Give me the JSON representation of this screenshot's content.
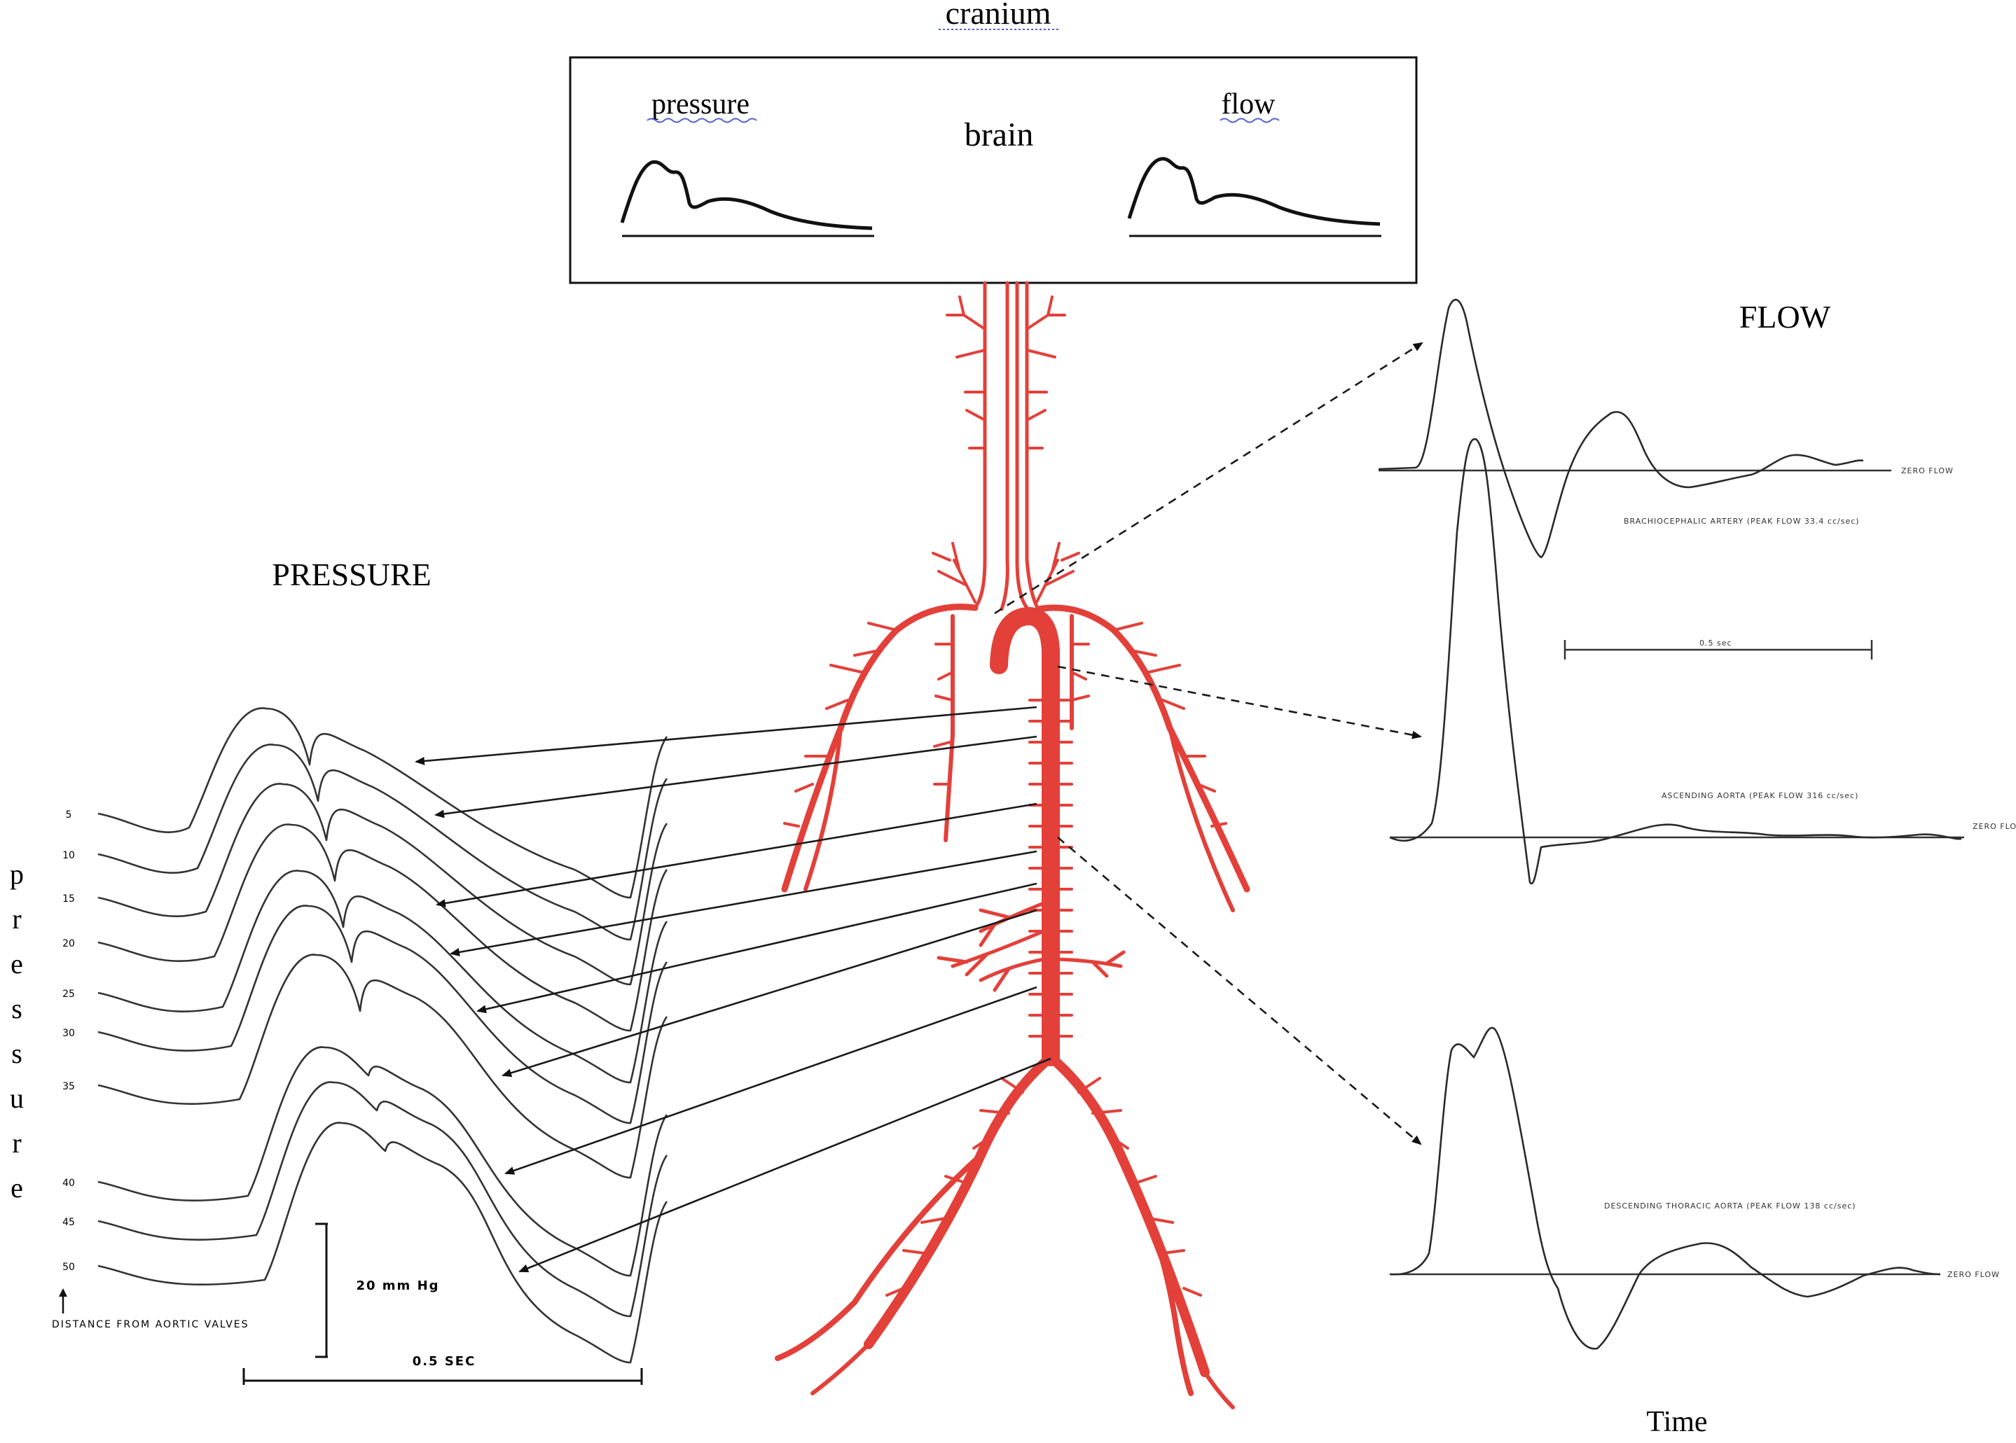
{
  "top": {
    "cranium_label": "cranium",
    "pressure_label": "pressure",
    "brain_label": "brain",
    "flow_label": "flow"
  },
  "pressure_panel": {
    "title": "PRESSURE",
    "vertical_label": [
      "p",
      "r",
      "e",
      "s",
      "s",
      "u",
      "r",
      "e"
    ],
    "distance_labels": [
      "5",
      "10",
      "15",
      "20",
      "25",
      "30",
      "35",
      "40",
      "45",
      "50"
    ],
    "distance_caption": "DISTANCE FROM AORTIC VALVES",
    "scale_label": "20 mm Hg",
    "time_label": "0.5 SEC"
  },
  "flow_panel": {
    "title": "FLOW",
    "traces": [
      {
        "zero_label": "ZERO FLOW",
        "caption": "BRACHIOCEPHALIC ARTERY (PEAK FLOW 33.4 cc/sec)"
      },
      {
        "zero_label": "ZERO FLOW",
        "caption": "ASCENDING AORTA (PEAK FLOW 316 cc/sec)"
      },
      {
        "zero_label": "ZERO FLOW",
        "caption": "DESCENDING THORACIC AORTA (PEAK FLOW 138 cc/sec)"
      }
    ],
    "scale_label": "0.5 sec",
    "time_axis_label": "Time"
  },
  "colors": {
    "artery": "#e3403a",
    "ink": "#1a1a1a"
  }
}
